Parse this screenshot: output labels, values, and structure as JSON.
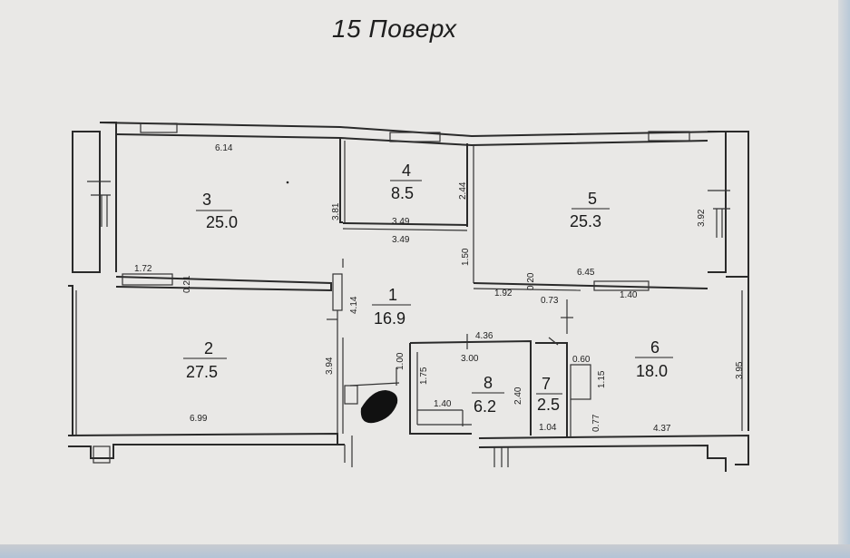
{
  "title": "15 Поверх",
  "rooms": [
    {
      "id": "1",
      "area": "16.9"
    },
    {
      "id": "2",
      "area": "27.5"
    },
    {
      "id": "3",
      "area": "25.0"
    },
    {
      "id": "4",
      "area": "8.5"
    },
    {
      "id": "5",
      "area": "25.3"
    },
    {
      "id": "6",
      "area": "18.0"
    },
    {
      "id": "7",
      "area": "2.5"
    },
    {
      "id": "8",
      "area": "6.2"
    }
  ],
  "dimensions": {
    "d614": "6.14",
    "d381": "3.81",
    "d244": "2.44",
    "d349a": "3.49",
    "d349b": "3.49",
    "d392": "3.92",
    "d172": "1.72",
    "d021": "0.21",
    "d150": "1.50",
    "d020": "0.20",
    "d645": "6.45",
    "d192": "1.92",
    "d073": "0.73",
    "d140a": "1.40",
    "d414": "4.14",
    "d436": "4.36",
    "d300": "3.00",
    "d060": "0.60",
    "d395": "3.95",
    "d394": "3.94",
    "d100": "1.00",
    "d175": "1.75",
    "d240": "2.40",
    "d115": "1.15",
    "d140b": "1.40",
    "d104": "1.04",
    "d077": "0.77",
    "d437": "4.37",
    "d699": "6.99"
  }
}
